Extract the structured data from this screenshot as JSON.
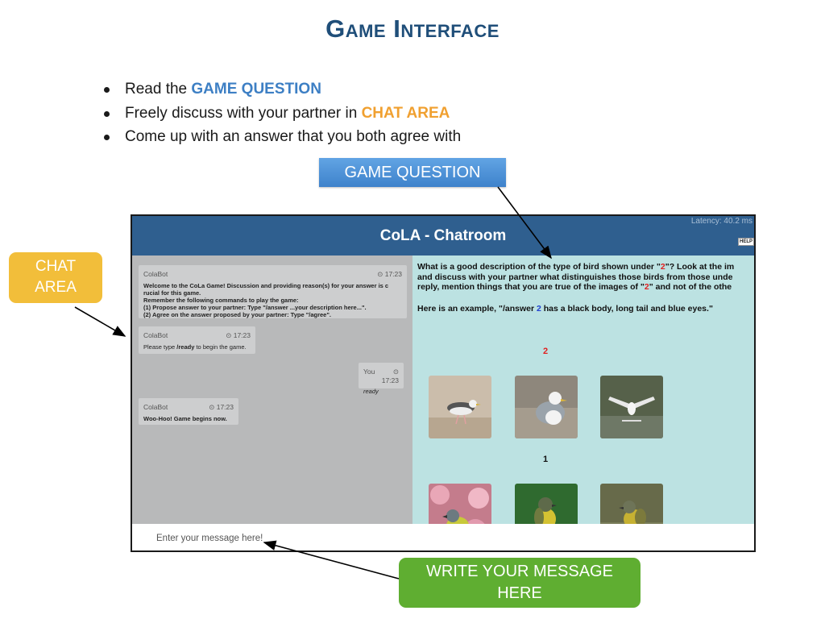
{
  "slide": {
    "title": "Game Interface",
    "bullets": [
      {
        "prefix": "Read the ",
        "highlight": "GAME QUESTION",
        "color": "blue"
      },
      {
        "prefix": "Freely discuss with your partner in ",
        "highlight": "CHAT AREA",
        "color": "orange"
      },
      {
        "prefix": "Come up with an answer that you both agree with",
        "highlight": "",
        "color": ""
      }
    ]
  },
  "callouts": {
    "game_question": "GAME QUESTION",
    "chat_area_line1": "CHAT",
    "chat_area_line2": "AREA",
    "write_line1": "WRITE YOUR MESSAGE",
    "write_line2": "HERE"
  },
  "app": {
    "title": "CoLA - Chatroom",
    "latency": "Latency: 40.2 ms",
    "help_label": "HELP",
    "messages": [
      {
        "sender": "ColaBot",
        "time": "17:23",
        "lines": [
          "Welcome to the CoLa Game! Discussion and providing reason(s) for your answer is c",
          "rucial for this game.",
          "Remember the following commands to play the game:",
          "(1) Propose answer to your partner: Type \"/answer ...your description here...\".",
          "(2) Agree on the answer proposed by your partner: Type \"/agree\"."
        ]
      },
      {
        "sender": "ColaBot",
        "time": "17:23",
        "text_before": "Please type ",
        "text_bold": "/ready",
        "text_after": " to begin the game."
      },
      {
        "sender": "You",
        "time": "17:23",
        "text": "ready"
      },
      {
        "sender": "ColaBot",
        "time": "17:23",
        "text": "Woo-Hoo! Game begins now."
      }
    ],
    "question": {
      "line1_a": "What is a good description of the type of bird shown under \"",
      "line1_num": "2",
      "line1_b": "\"? Look at the im",
      "line2": "and discuss with your partner what distinguishes those birds from those unde",
      "line3_a": "reply, mention things that you are true of the images of \"",
      "line3_num": "2",
      "line3_b": "\" and not of the othe",
      "example_a": "Here is an example, \"/answer ",
      "example_num": "2",
      "example_b": " has a black body, long tail and blue eyes.\""
    },
    "group_labels": [
      "2",
      "1"
    ],
    "input_placeholder": "Enter your message here!"
  },
  "colors": {
    "title": "#1f4e79",
    "highlight_blue": "#3d7fc4",
    "highlight_orange": "#f0a030",
    "header": "#2f5f8f",
    "chat_bg": "#b8b9ba",
    "task_bg": "#bce2e2",
    "callout_blue": "#4a90d9",
    "callout_yellow": "#f2be3a",
    "callout_green": "#5fae31",
    "number_red": "#e02020",
    "number_blue": "#2040d0"
  },
  "icons": {
    "bullet": "bullet-dot-icon",
    "clock": "clock-icon"
  }
}
